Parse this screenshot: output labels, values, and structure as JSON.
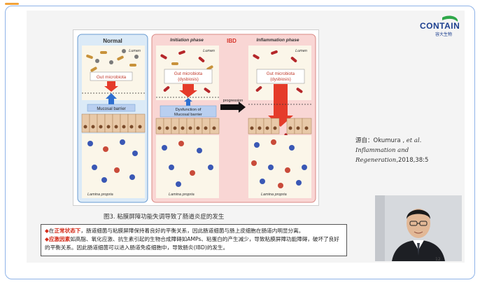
{
  "brand": {
    "name": "CONTAIN",
    "sub": "容大生物",
    "registered": "®",
    "colors": {
      "primary": "#1c3f8f",
      "accent": "#2fa84a"
    }
  },
  "figure": {
    "panels": {
      "normal": "Normal",
      "ibd": "IBD",
      "initiation": "Initiation phase",
      "inflammation": "Inflammation phase"
    },
    "lumen": "Lumen",
    "lamina_propria": "Lamina propria",
    "gut_microbiota": "Gut microbiota",
    "gut_microbiota_dysbiosis_1": "Gut microbiota",
    "gut_microbiota_dysbiosis_2": "(dysbiosis)",
    "mucosal_barrier": "Mucosal barrier",
    "dysfunction_1": "Dysfunction of",
    "dysfunction_2": "Mucosal barrier",
    "progression": "progression",
    "caption": "图3. 粘膜屏障功能失调导致了肠道炎症的发生"
  },
  "source": {
    "prefix": "源自：",
    "author": "Okumura , ",
    "etal": "et al.",
    "journal_1": "Inflammation and",
    "journal_2": "Regeneration",
    "year": ",2018,38:5"
  },
  "note": {
    "bullet": "◆",
    "p1_pre": "在",
    "p1_hl": "正常状态下",
    "p1_rest": "，肠道细菌与粘膜屏障保持着良好的平衡关系，因此肠道细菌与肠上皮细胞在肠道内明显分离。",
    "p2_hl": "应激因素",
    "p2_rest": "如高脂、氧化应激、抗生素引起的生物合成障碍如AMPs、粘蛋白的产生减少，导致粘膜屏障功能障碍，破坏了良好的平衡关系。因此肠道细菌可以进入肠道免疫细胞中，导致肠炎(IBD)的发生。"
  },
  "page_number": "12"
}
